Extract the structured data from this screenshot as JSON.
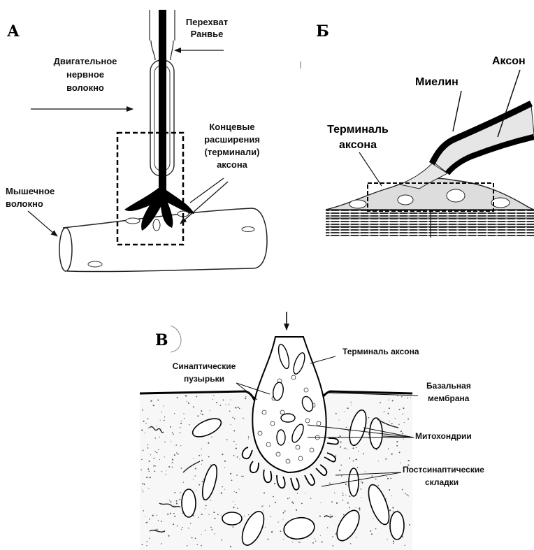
{
  "panel_a": {
    "letter": "А",
    "ranvier_node": [
      "Перехват",
      "Ранвье"
    ],
    "motor_fiber": [
      "Двигательное",
      "нервное",
      "волокно"
    ],
    "terminals": [
      "Концевые",
      "расширения",
      "(терминали)",
      "аксона"
    ],
    "muscle_fiber": [
      "Мышечное",
      "волокно"
    ]
  },
  "panel_b": {
    "letter": "Б",
    "axon": "Аксон",
    "myelin": "Миелин",
    "axon_terminal": [
      "Терминаль",
      "аксона"
    ]
  },
  "panel_c": {
    "letter": "В",
    "axon_terminal": "Терминаль аксона",
    "synaptic_vesicles": [
      "Синаптические",
      "пузырьки"
    ],
    "basal_membrane": [
      "Базальная",
      "мембрана"
    ],
    "mitochondria": "Митохондрии",
    "postsynaptic_folds": [
      "Постсинаптические",
      "складки"
    ]
  },
  "colors": {
    "ink": "#000000",
    "background": "#ffffff",
    "texture": "#555555"
  }
}
